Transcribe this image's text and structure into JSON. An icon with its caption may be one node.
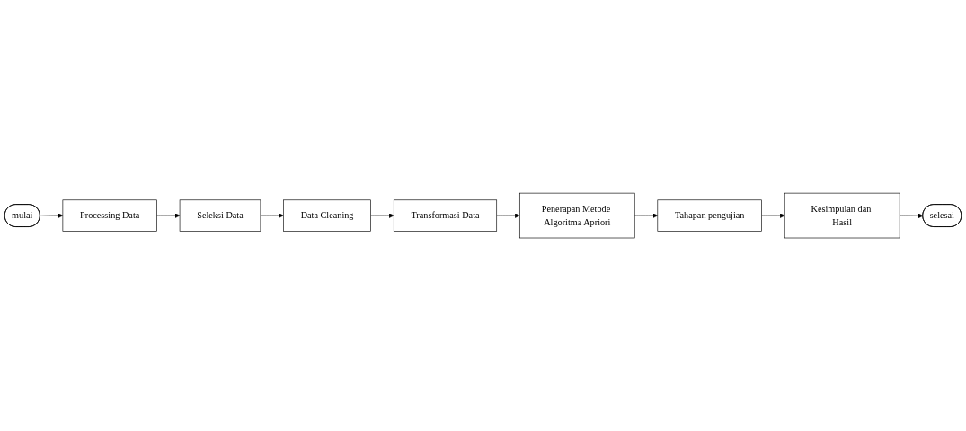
{
  "diagram": {
    "nodes": [
      {
        "text": [
          "mulai"
        ]
      },
      {
        "text": [
          "Processing Data"
        ]
      },
      {
        "text": [
          "Seleksi Data"
        ]
      },
      {
        "text": [
          "Data Cleaning"
        ]
      },
      {
        "text": [
          "Transformasi Data"
        ]
      },
      {
        "text": [
          "Penerapan Metode Algoritma Apriori"
        ]
      },
      {
        "text": [
          "Tahapan pengujian"
        ]
      },
      {
        "text": [
          "Kesimpulan dan Hasil"
        ]
      },
      {
        "text": [
          "selesai"
        ]
      }
    ],
    "edges": [
      {
        "from": 0,
        "to": 1,
        "arrow": "to"
      },
      {
        "from": 1,
        "to": 2,
        "arrow": "to"
      },
      {
        "from": 2,
        "to": 3,
        "arrow": "to"
      },
      {
        "from": 3,
        "to": 4,
        "arrow": "to"
      },
      {
        "from": 4,
        "to": 5,
        "arrow": "to"
      },
      {
        "from": 5,
        "to": 6,
        "arrow": "to"
      },
      {
        "from": 6,
        "to": 7,
        "arrow": "to"
      },
      {
        "from": 7,
        "to": 8,
        "arrow": "to"
      }
    ]
  }
}
